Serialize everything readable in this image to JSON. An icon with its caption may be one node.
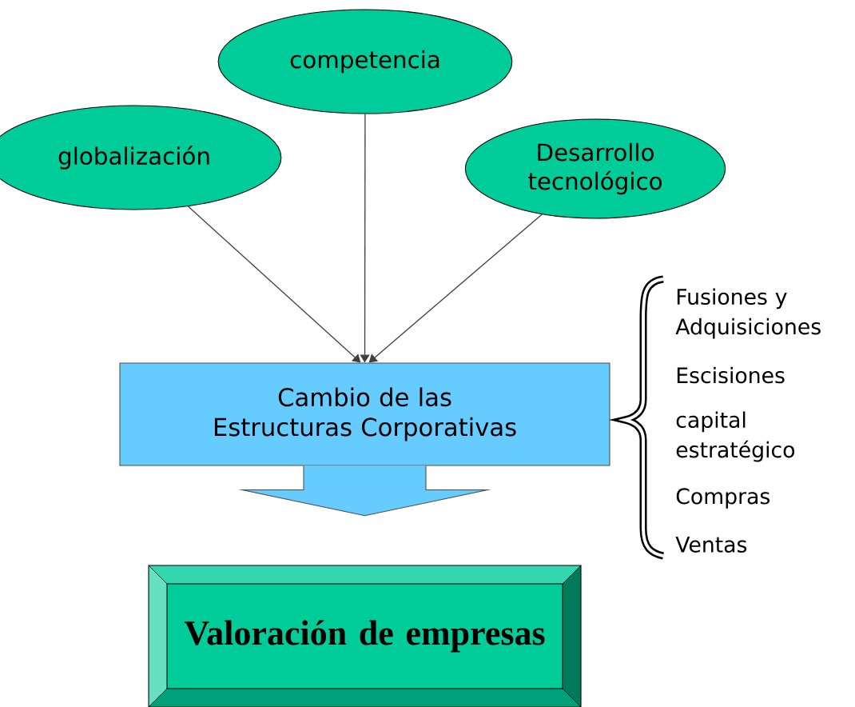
{
  "diagram": {
    "nodes": [
      {
        "text": [
          "globalización"
        ]
      },
      {
        "text": [
          "competencia"
        ]
      },
      {
        "text": [
          "Desarrollo tecnológico"
        ]
      },
      {
        "text": [
          "Cambio de las Estructuras Corporativas"
        ]
      },
      {
        "text": [
          "Valoración de empresas"
        ]
      }
    ],
    "edges": [
      {
        "from": 0,
        "to": 3,
        "arrow": "to"
      },
      {
        "from": 1,
        "to": 3,
        "arrow": "to"
      },
      {
        "from": 2,
        "to": 3,
        "arrow": "to"
      },
      {
        "from": 3,
        "to": 4,
        "arrow": "to",
        "style": "thick",
        "color": "#66ccff"
      }
    ],
    "labels": [
      "Fusiones y Adquisiciones",
      "Escisiones",
      "capital estratégico",
      "Compras",
      "Ventas"
    ]
  }
}
